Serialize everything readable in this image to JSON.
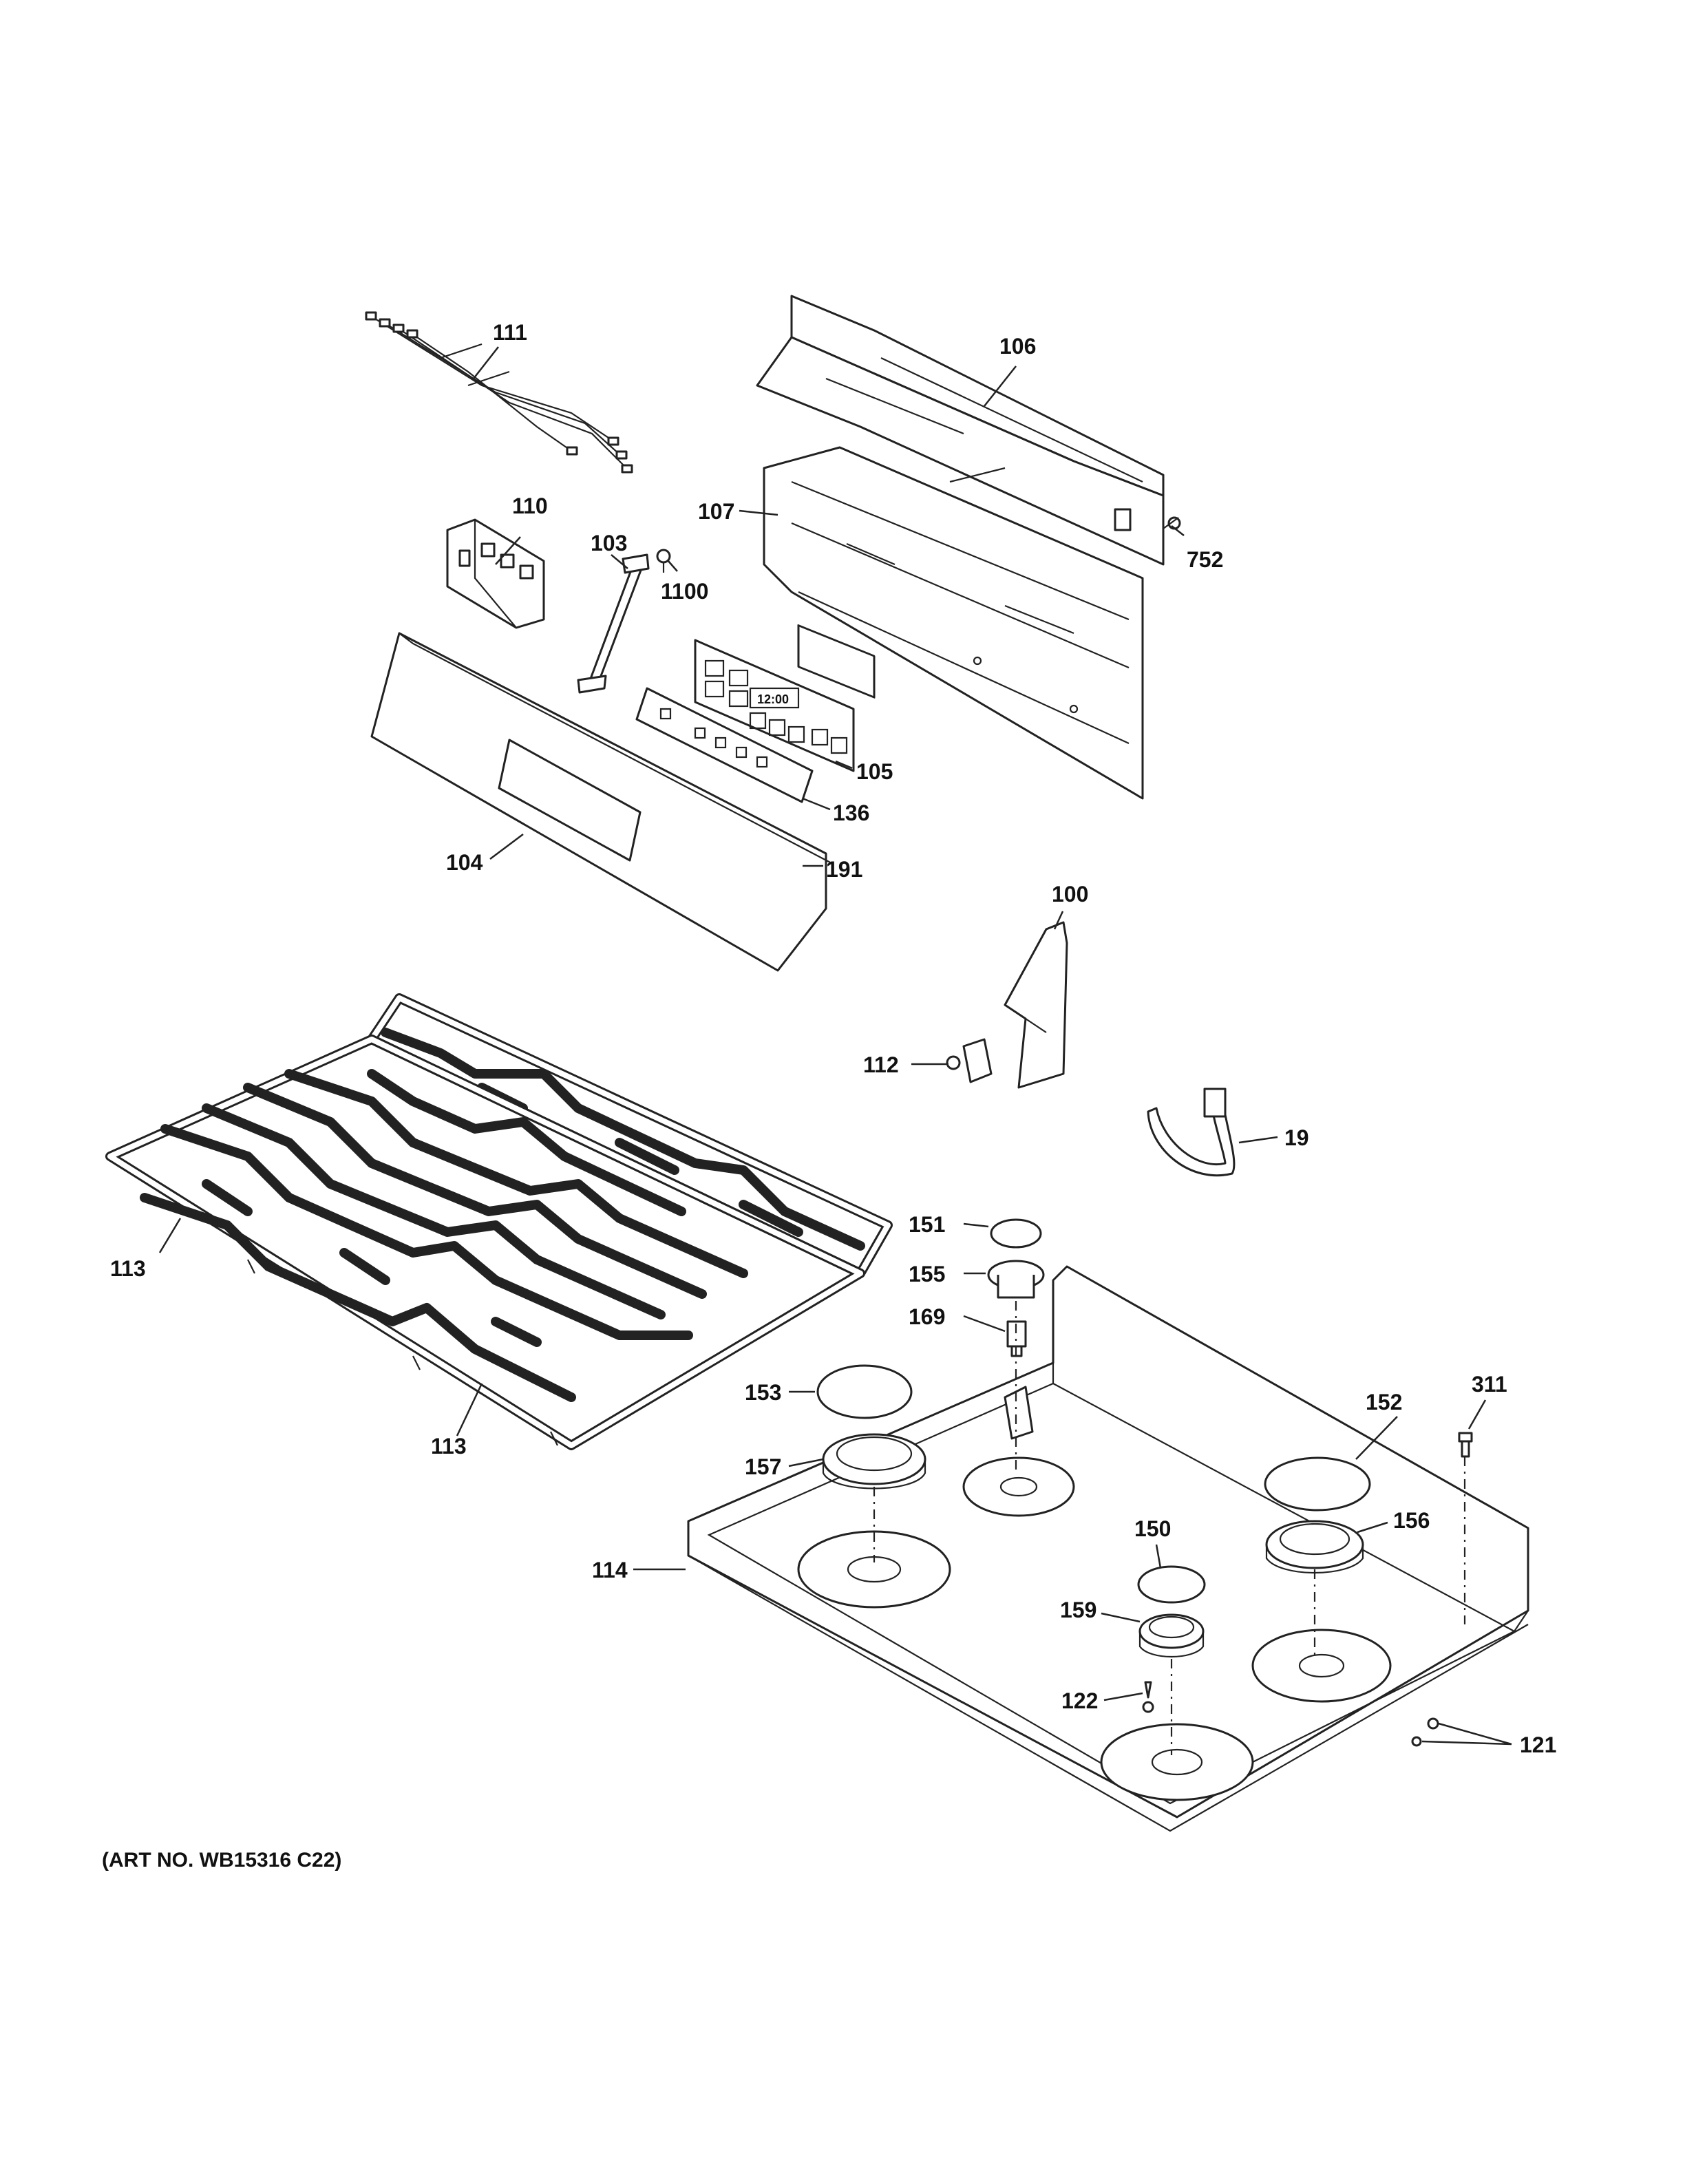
{
  "diagram": {
    "art_number": "(ART NO. WB15316 C22)",
    "callouts": {
      "c111": "111",
      "c106": "106",
      "c107": "107",
      "c752": "752",
      "c110": "110",
      "c103": "103",
      "c1100": "1100",
      "c105": "105",
      "c136": "136",
      "c104": "104",
      "c191": "191",
      "c100": "100",
      "c112": "112",
      "c19": "19",
      "c113a": "113",
      "c113b": "113",
      "c151": "151",
      "c155": "155",
      "c169": "169",
      "c153": "153",
      "c311": "311",
      "c152": "152",
      "c157": "157",
      "c156": "156",
      "c150": "150",
      "c114": "114",
      "c159": "159",
      "c122": "122",
      "c121": "121"
    },
    "display_readout": "12:00"
  }
}
